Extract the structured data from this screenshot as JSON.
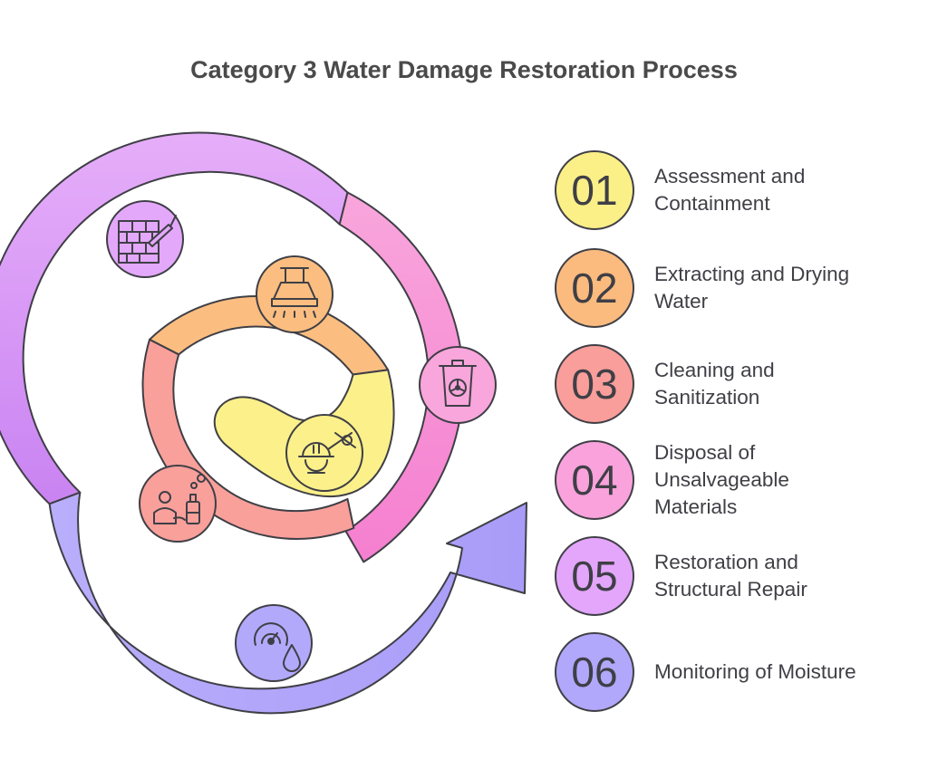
{
  "title": "Category 3 Water Damage Restoration Process",
  "steps": [
    {
      "number": "01",
      "label": "Assessment and\nContainment",
      "color": "#fbef88",
      "icon": "hazmat-worker-icon"
    },
    {
      "number": "02",
      "label": "Extracting and Drying\nWater",
      "color": "#fbbb7e",
      "icon": "water-extractor-icon"
    },
    {
      "number": "03",
      "label": "Cleaning and\nSanitization",
      "color": "#f99e9a",
      "icon": "cleaning-sanitizer-icon"
    },
    {
      "number": "04",
      "label": "Disposal of\nUnsalvageable\nMaterials",
      "color": "#f9a2dc",
      "icon": "hazardous-waste-bin-icon"
    },
    {
      "number": "05",
      "label": "Restoration and\nStructural Repair",
      "color": "#e3a6fb",
      "icon": "brick-trowel-icon"
    },
    {
      "number": "06",
      "label": "Monitoring of Moisture",
      "color": "#b1a8fb",
      "icon": "moisture-gauge-icon"
    }
  ]
}
